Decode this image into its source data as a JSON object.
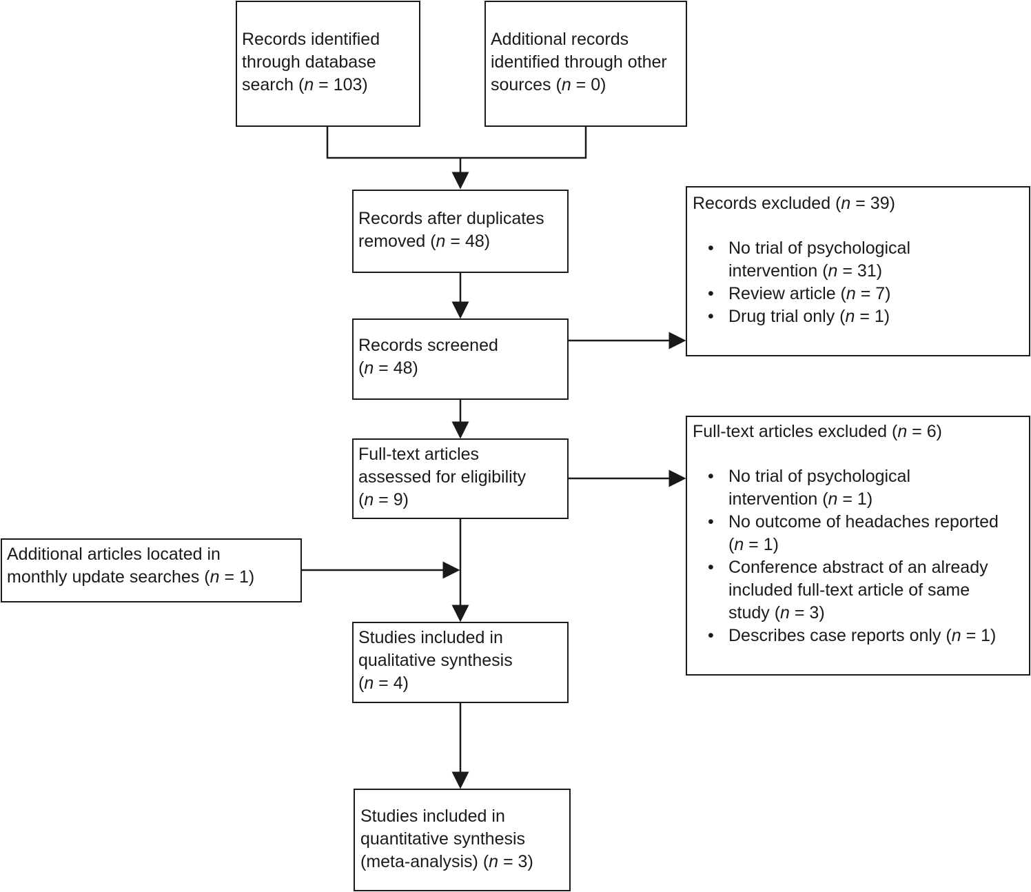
{
  "boxes": {
    "database_search": {
      "text": "Records identified\nthrough database\nsearch (",
      "n_label": "n",
      "n_value": " = 103)"
    },
    "other_sources": {
      "text": "Additional records\nidentified through other\nsources (",
      "n_label": "n",
      "n_value": " = 0)"
    },
    "duplicates_removed": {
      "text": "Records after duplicates\nremoved (",
      "n_label": "n",
      "n_value": " = 48)"
    },
    "screened": {
      "text": "Records screened\n(",
      "n_label": "n",
      "n_value": " = 48)"
    },
    "full_text_assessed": {
      "text": "Full-text articles\nassessed for eligibility\n(",
      "n_label": "n",
      "n_value": " = 9)"
    },
    "monthly_update": {
      "text": "Additional articles located in\nmonthly update searches (",
      "n_label": "n",
      "n_value": " = 1)"
    },
    "qualitative": {
      "text": "Studies included in\nqualitative synthesis\n(",
      "n_label": "n",
      "n_value": " = 4)"
    },
    "quantitative": {
      "text": "Studies included in\nquantitative synthesis\n(meta-analysis) (",
      "n_label": "n",
      "n_value": " = 3)"
    }
  },
  "records_excluded": {
    "title": "Records excluded (",
    "n_label": "n",
    "n_value": " = 39)",
    "items": [
      {
        "text": "No trial of psychological\nintervention (",
        "n_label": "n",
        "n_value": " = 31)"
      },
      {
        "text": "Review article (",
        "n_label": "n",
        "n_value": " = 7)"
      },
      {
        "text": "Drug trial only (",
        "n_label": "n",
        "n_value": " = 1)"
      }
    ]
  },
  "fulltext_excluded": {
    "title": "Full-text articles excluded (",
    "n_label": "n",
    "n_value": " = 6)",
    "items": [
      {
        "text": "No trial of psychological\nintervention (",
        "n_label": "n",
        "n_value": " = 1)"
      },
      {
        "text": "No outcome of headaches reported\n(",
        "n_label": "n",
        "n_value": " = 1)"
      },
      {
        "text": "Conference abstract of an already\nincluded full-text article of same\nstudy (",
        "n_label": "n",
        "n_value": " = 3)"
      },
      {
        "text": "Describes case reports only (",
        "n_label": "n",
        "n_value": " = 1)"
      }
    ]
  }
}
